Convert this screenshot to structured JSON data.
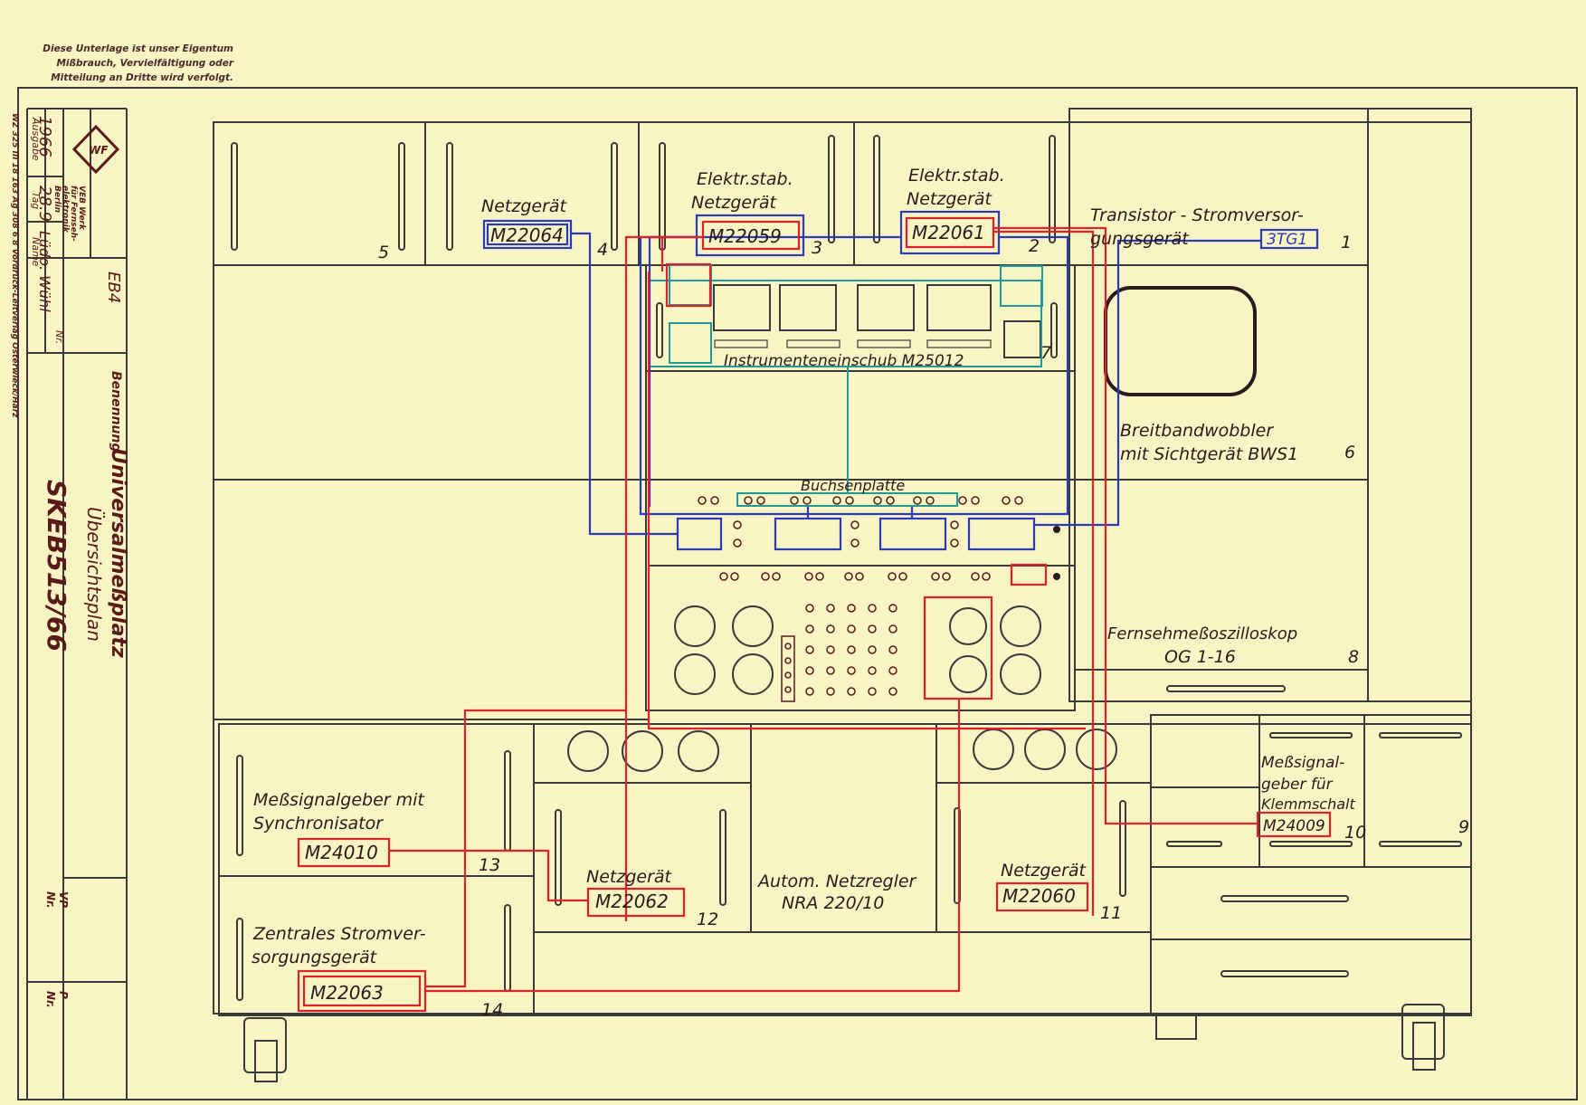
{
  "notice": {
    "line1": "Diese Unterlage ist unser Eigentum",
    "line2": "Mißbrauch, Vervielfältigung oder",
    "line3": "Mitteilung an Dritte wird verfolgt."
  },
  "title_block": {
    "company": [
      "VEB Werk",
      "für Fernseh-",
      "elektronik",
      "Berlin"
    ],
    "year": "1966",
    "ausgabe_label": "Ausgabe",
    "day": "28.9",
    "tag_label": "Tag",
    "name": "Lüdo. Wühl",
    "name_label": "Name",
    "nr_label": "Nr.",
    "code": "EB4",
    "benennung_label": "Benennung",
    "title": "Universalmeßplatz",
    "subtitle": "Übersichtsplan",
    "drawing_number": "SKEB513/66",
    "vp_label": "VP",
    "vp_nr": "Nr.",
    "p_label": "P",
    "p_nr": "Nr.",
    "print_info": "WZ 325   III 18 163 Ag 308 6 8 Vordruck-Leitverlag Osterwieck/Harz"
  },
  "units": [
    {
      "id": "u1",
      "name": "Transistor - Stromversor-",
      "name2": "gungsgerät",
      "model": "3TG1",
      "number": "1",
      "color": "blue"
    },
    {
      "id": "u2",
      "name": "Elektr.stab.",
      "name2": "Netzgerät",
      "model": "M22061",
      "number": "2",
      "color": "red"
    },
    {
      "id": "u3",
      "name": "Elektr.stab.",
      "name2": "Netzgerät",
      "model": "M22059",
      "number": "3",
      "color": "red"
    },
    {
      "id": "u4",
      "name": "Netzgerät",
      "model": "M22064",
      "number": "4",
      "color": "blue"
    },
    {
      "id": "u5",
      "number": "5"
    },
    {
      "id": "u6",
      "name": "Breitbandwobbler",
      "name2": "mit Sichtgerät BWS1",
      "number": "6"
    },
    {
      "id": "u7",
      "name": "Instrumenteneinschub M25012",
      "number": "7"
    },
    {
      "id": "u8",
      "name": "Fernsehmeßoszilloskop",
      "name2": "OG 1-16",
      "number": "8"
    },
    {
      "id": "u9",
      "number": "9"
    },
    {
      "id": "u10",
      "name": "Meßsignal-",
      "name2": "geber für",
      "name3": "Klemmschalt",
      "model": "M24009",
      "number": "10",
      "color": "red"
    },
    {
      "id": "u11",
      "name": "Netzgerät",
      "model": "M22060",
      "number": "11",
      "color": "red"
    },
    {
      "id": "u12",
      "name": "Netzgerät",
      "model": "M22062",
      "number": "12",
      "color": "red"
    },
    {
      "id": "u13",
      "name": "Meßsignalgeber mit",
      "name2": "Synchronisator",
      "model": "M24010",
      "number": "13",
      "color": "red"
    },
    {
      "id": "u14",
      "name": "Zentrales Stromver-",
      "name2": "sorgungsgerät",
      "model": "M22063",
      "number": "14",
      "color": "red"
    },
    {
      "id": "regler",
      "name": "Autom. Netzregler",
      "name2": "NRA 220/10"
    }
  ],
  "panel_label": "Buchsenplatte",
  "colors": {
    "paper": "#f9f4c4",
    "ink": "#3a3a3a",
    "red": "#e0202a",
    "blue": "#2a3ab8",
    "teal": "#1f9a9a",
    "dark": "#5a1a1a"
  }
}
